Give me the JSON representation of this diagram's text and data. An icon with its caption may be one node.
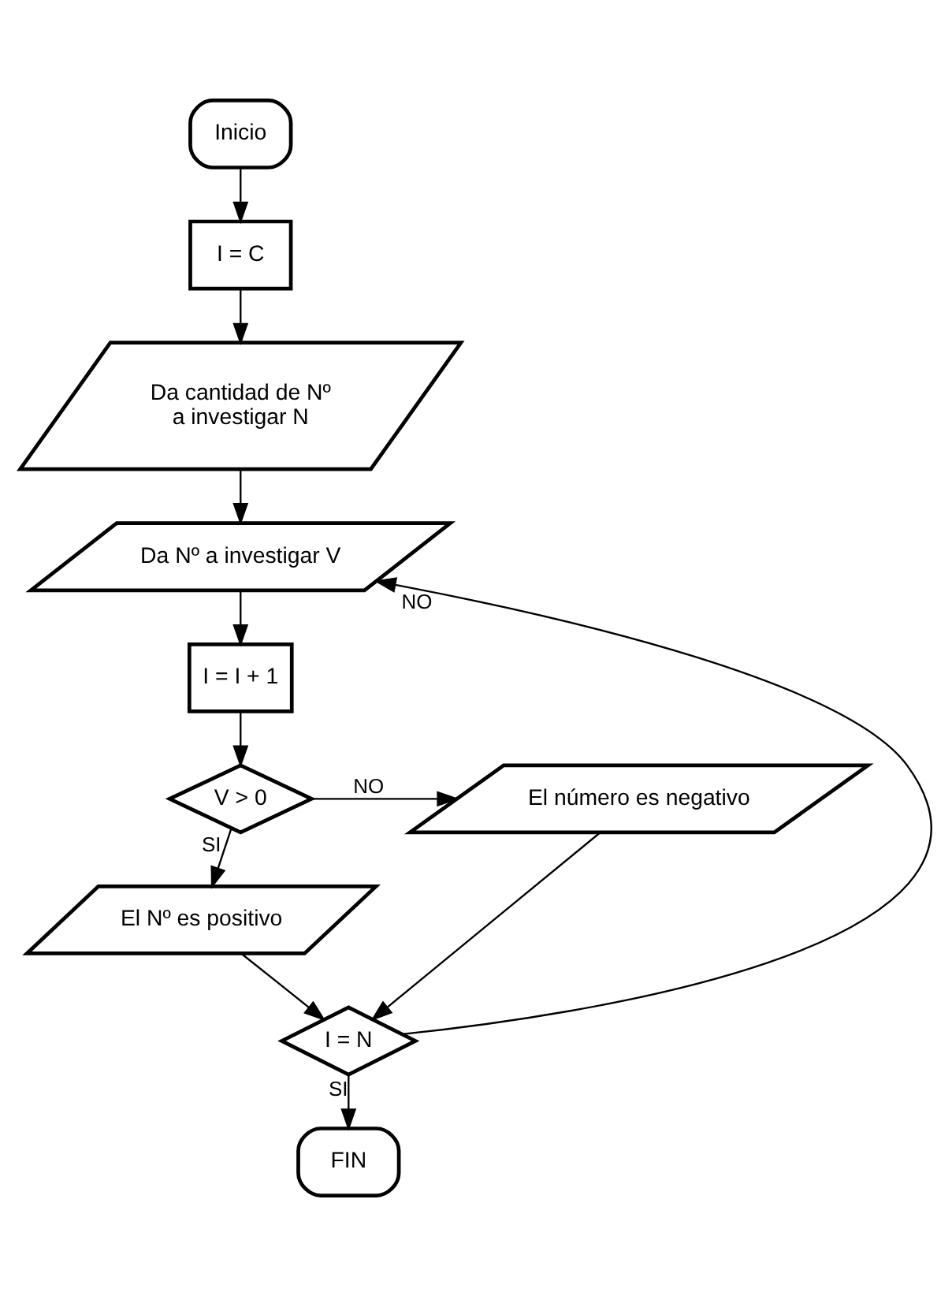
{
  "diagram": {
    "nodes": [
      {
        "text": [
          "Inicio"
        ]
      },
      {
        "text": [
          "I = C"
        ]
      },
      {
        "text": [
          "Da cantidad de Nº a investigar N"
        ]
      },
      {
        "text": [
          "Da Nº a investigar V"
        ]
      },
      {
        "text": [
          "I = I + 1"
        ]
      },
      {
        "text": [
          "V > 0"
        ]
      },
      {
        "text": [
          "El número es negativo"
        ]
      },
      {
        "text": [
          "El Nº es positivo"
        ]
      },
      {
        "text": [
          "I = N"
        ]
      },
      {
        "text": [
          "FIN"
        ]
      }
    ],
    "edges": [
      {
        "from": 0,
        "to": 1,
        "arrow": "to"
      },
      {
        "from": 1,
        "to": 2,
        "arrow": "to"
      },
      {
        "from": 2,
        "to": 3,
        "arrow": "to"
      },
      {
        "from": 3,
        "to": 4,
        "arrow": "to"
      },
      {
        "from": 4,
        "to": 5,
        "arrow": "to"
      },
      {
        "from": 5,
        "to": 6,
        "label": "NO",
        "arrow": "to"
      },
      {
        "from": 5,
        "to": 7,
        "label": "SI",
        "arrow": "to"
      },
      {
        "from": 7,
        "to": 8,
        "arrow": "to"
      },
      {
        "from": 6,
        "to": 8,
        "arrow": "to"
      },
      {
        "from": 8,
        "to": 3,
        "label": "NO",
        "arrow": "to"
      },
      {
        "from": 8,
        "to": 9,
        "label": "SI",
        "arrow": "to"
      }
    ]
  }
}
